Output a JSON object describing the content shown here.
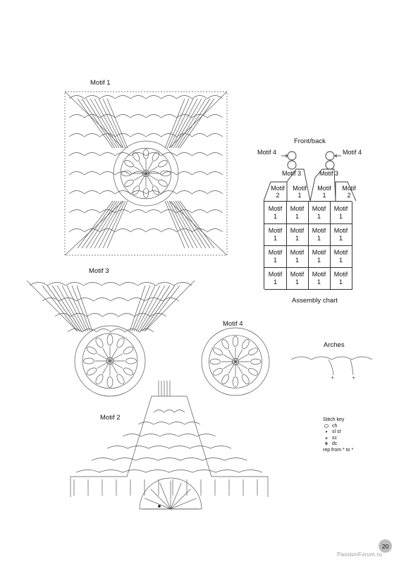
{
  "labels": {
    "motif1": "Motif 1",
    "motif2": "Motif 2",
    "motif3": "Motif 3",
    "motif4": "Motif 4",
    "front_back": "Front/back",
    "assembly_chart": "Assembly chart",
    "arches": "Arches"
  },
  "assembly": {
    "motif4_left": "Motif 4",
    "motif4_right": "Motif 4",
    "motif3_left": "Motif 3",
    "motif3_right": "Motif 3",
    "motif2_left_a": "Motif",
    "motif2_left_b": "2",
    "motif1_top_a": "Motif",
    "motif1_top_b": "1",
    "motif1_top2_a": "Motif",
    "motif1_top2_b": "1",
    "motif2_right_a": "Motif",
    "motif2_right_b": "2",
    "grid": [
      [
        "Motif",
        "1"
      ],
      [
        "Motif",
        "1"
      ],
      [
        "Motif",
        "1"
      ],
      [
        "Motif",
        "1"
      ],
      [
        "Motif",
        "1"
      ],
      [
        "Motif",
        "1"
      ],
      [
        "Motif",
        "1"
      ],
      [
        "Motif",
        "1"
      ],
      [
        "Motif",
        "1"
      ],
      [
        "Motif",
        "1"
      ],
      [
        "Motif",
        "1"
      ],
      [
        "Motif",
        "1"
      ],
      [
        "Motif",
        "1"
      ],
      [
        "Motif",
        "1"
      ],
      [
        "Motif",
        "1"
      ],
      [
        "Motif",
        "1"
      ]
    ]
  },
  "stitch_key": {
    "title": "Stitch key",
    "items": [
      {
        "symbol": "ch-icon",
        "label": "ch"
      },
      {
        "symbol": "sl-st-icon",
        "label": "sl st"
      },
      {
        "symbol": "sc-icon",
        "label": "sc"
      },
      {
        "symbol": "dc-icon",
        "label": "dc"
      }
    ],
    "repeat": "rep from * to *"
  },
  "arches_marks": [
    "*",
    "*"
  ],
  "page_number": "20",
  "watermark": "PassionForum.ru"
}
